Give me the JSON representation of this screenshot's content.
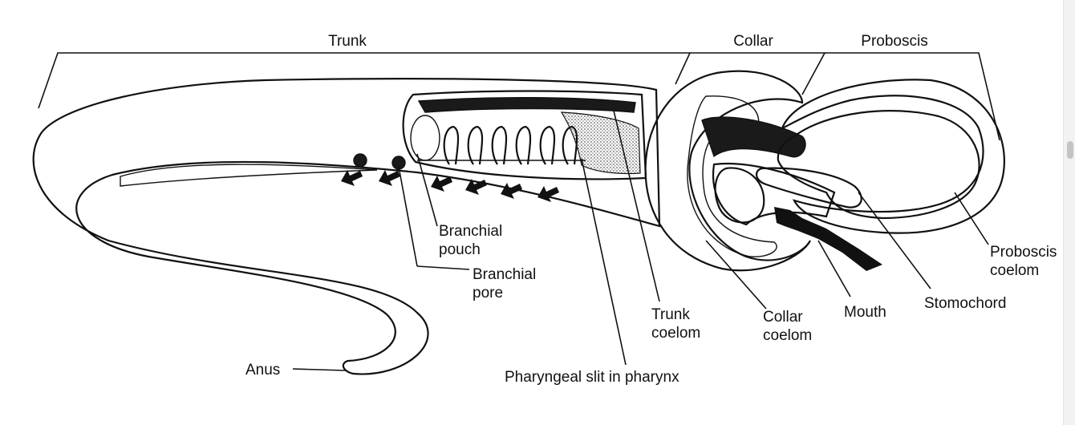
{
  "labels": {
    "trunk": "Trunk",
    "collar": "Collar",
    "proboscis": "Proboscis",
    "branchial_pouch": [
      "Branchial",
      "pouch"
    ],
    "branchial_pore": [
      "Branchial",
      "pore"
    ],
    "trunk_coelom": [
      "Trunk",
      "coelom"
    ],
    "collar_coelom": [
      "Collar",
      "coelom"
    ],
    "mouth": "Mouth",
    "stomochord": "Stomochord",
    "proboscis_coelom": [
      "Proboscis",
      "coelom"
    ],
    "anus": "Anus",
    "pharyngeal_slit": "Pharyngeal slit in pharynx"
  }
}
